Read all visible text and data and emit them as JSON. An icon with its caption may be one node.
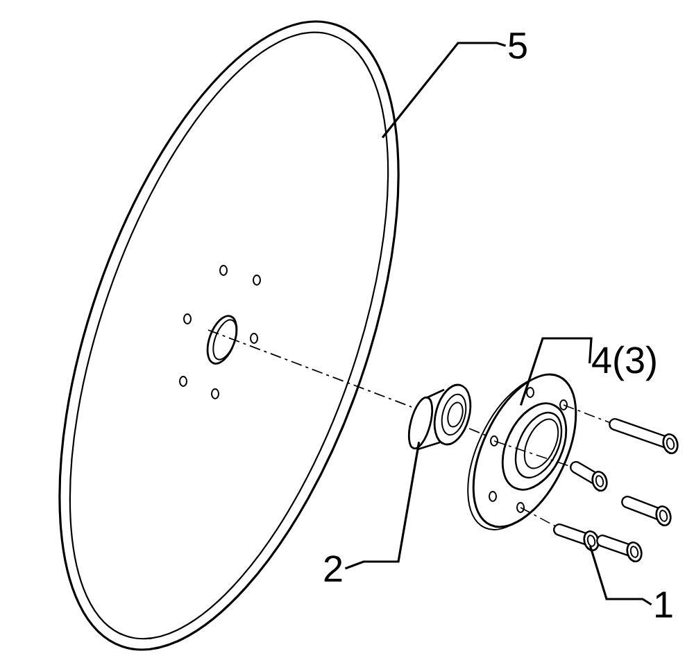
{
  "diagram": {
    "nodes": [
      {
        "text": [
          "5"
        ]
      },
      {
        "text": [
          "4(3)"
        ]
      },
      {
        "text": [
          "2"
        ]
      },
      {
        "text": [
          "1"
        ]
      },
      {
        "text": [],
        "shape": "picture"
      },
      {
        "text": [],
        "shape": "picture"
      },
      {
        "text": [],
        "shape": "picture"
      },
      {
        "text": [],
        "shape": "picture"
      }
    ],
    "edges": [
      {
        "from": 0,
        "to": 4,
        "arrow": "none"
      },
      {
        "from": 1,
        "to": 5,
        "arrow": "none"
      },
      {
        "from": 2,
        "to": 6,
        "arrow": "none"
      },
      {
        "from": 3,
        "to": 7,
        "arrow": "none"
      }
    ]
  }
}
